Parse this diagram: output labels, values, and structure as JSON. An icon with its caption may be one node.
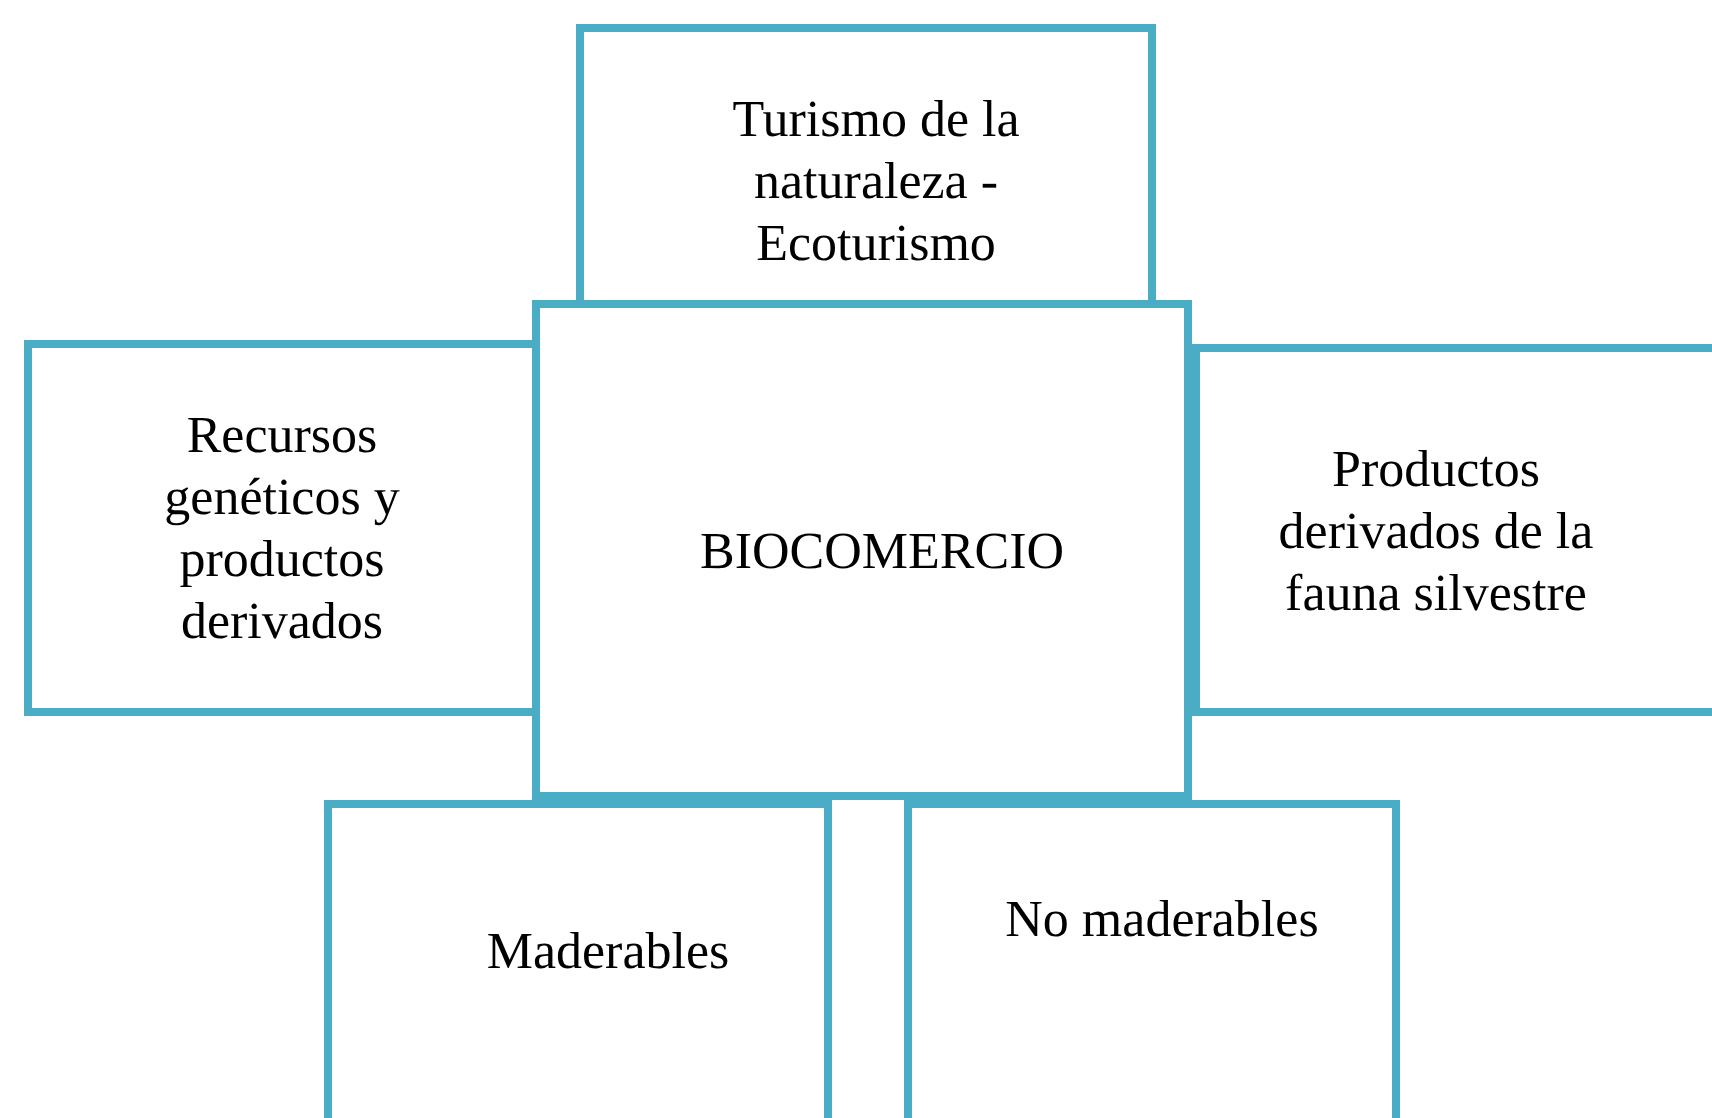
{
  "diagram": {
    "nodes": [
      {
        "text": [
          "BIOCOMERCIO"
        ]
      },
      {
        "text": [
          "Turismo de la naturaleza - Ecoturismo"
        ]
      },
      {
        "text": [
          "Recursos genéticos y productos derivados"
        ]
      },
      {
        "text": [
          "Productos derivados de la fauna silvestre"
        ]
      },
      {
        "text": [
          "Maderables"
        ]
      },
      {
        "text": [
          "No maderables"
        ]
      }
    ]
  }
}
